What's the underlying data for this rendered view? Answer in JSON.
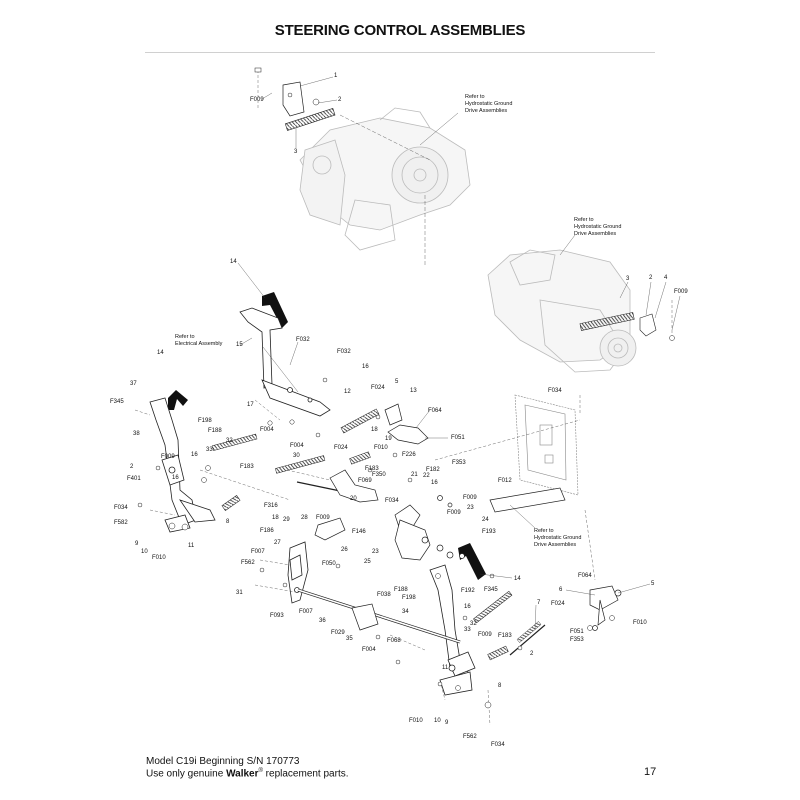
{
  "title": "STEERING CONTROL ASSEMBLIES",
  "footer": {
    "model": "Model C19i Beginning S/N 170773",
    "note_prefix": "Use only genuine ",
    "brand": "Walker",
    "registered": "®",
    "note_suffix": " replacement parts.",
    "page_number": "17"
  },
  "refs": {
    "hydro_top": [
      "Refer to",
      "Hydrostatic Ground",
      "Drive Assemblies"
    ],
    "hydro_right": [
      "Refer to",
      "Hydrostatic Ground",
      "Drive Assemblies"
    ],
    "electrical": [
      "Refer to",
      "Electrical Assembly"
    ],
    "hydro_bottom": [
      "Refer to",
      "Hydrostatic Ground",
      "Drive Assemblies"
    ]
  },
  "callouts": {
    "c1": "1",
    "c2": "2",
    "f009a": "F009",
    "c3": "3",
    "c14a": "14",
    "c15": "15",
    "f032a": "F032",
    "f032b": "F032",
    "c16a": "16",
    "c17": "17",
    "f004a": "F004",
    "f004b": "F004",
    "c12": "12",
    "f024a": "F024",
    "c5a": "5",
    "c13": "13",
    "f064a": "F064",
    "c18a": "18",
    "c19": "19",
    "f010a": "F010",
    "f051a": "F051",
    "f226": "F226",
    "f353a": "F353",
    "c14b": "14",
    "c37": "37",
    "f345a": "F345",
    "f198a": "F198",
    "c38": "38",
    "f188": "F188",
    "c16b": "16",
    "c33a": "33",
    "c32a": "32",
    "f009b": "F009",
    "c2b": "2",
    "f401": "F401",
    "c16c": "16",
    "f183a": "F183",
    "c30": "30",
    "f024b": "F024",
    "f183b": "F183",
    "f350": "F350",
    "c21": "21",
    "f182": "F182",
    "c22": "22",
    "f069": "F069",
    "f034a": "F034",
    "c20": "20",
    "c16d": "16",
    "f316": "F316",
    "c18b": "18",
    "c29": "29",
    "f034b": "F034",
    "f582a": "F582",
    "c8a": "8",
    "f186": "F186",
    "c28": "28",
    "f009c": "F009",
    "c27": "27",
    "f146": "F146",
    "c26": "26",
    "c9a": "9",
    "c10a": "10",
    "c11a": "11",
    "f010b": "F010",
    "f007a": "F007",
    "f562a": "F562",
    "f050": "F050",
    "c25": "25",
    "c23a": "23",
    "f009d": "F009",
    "c23b": "23",
    "c24": "24",
    "f193": "F193",
    "f009e": "F009",
    "f012": "F012",
    "c14c": "14",
    "c31": "31",
    "f093": "F093",
    "f007b": "F007",
    "c36": "36",
    "f029": "F029",
    "c35": "35",
    "f004c": "F004",
    "f068": "F068",
    "f038": "F038",
    "f188b": "F188",
    "f198b": "F198",
    "f192": "F192",
    "f345b": "F345",
    "c34": "34",
    "c32b": "32",
    "c16e": "16",
    "f009f": "F009",
    "c33b": "33",
    "f183c": "F183",
    "c2c": "2",
    "c7": "7",
    "c11b": "11",
    "c8b": "8",
    "f010c": "F010",
    "c10b": "10",
    "c9b": "9",
    "f562b": "F562",
    "f034c": "F034",
    "c3r": "3",
    "c2r": "2",
    "c4r": "4",
    "f009r": "F009",
    "f034r": "F034",
    "f064b": "F064",
    "c6": "6",
    "c5b": "5",
    "f024c": "F024",
    "f051b": "F051",
    "f353b": "F353",
    "f010d": "F010"
  }
}
